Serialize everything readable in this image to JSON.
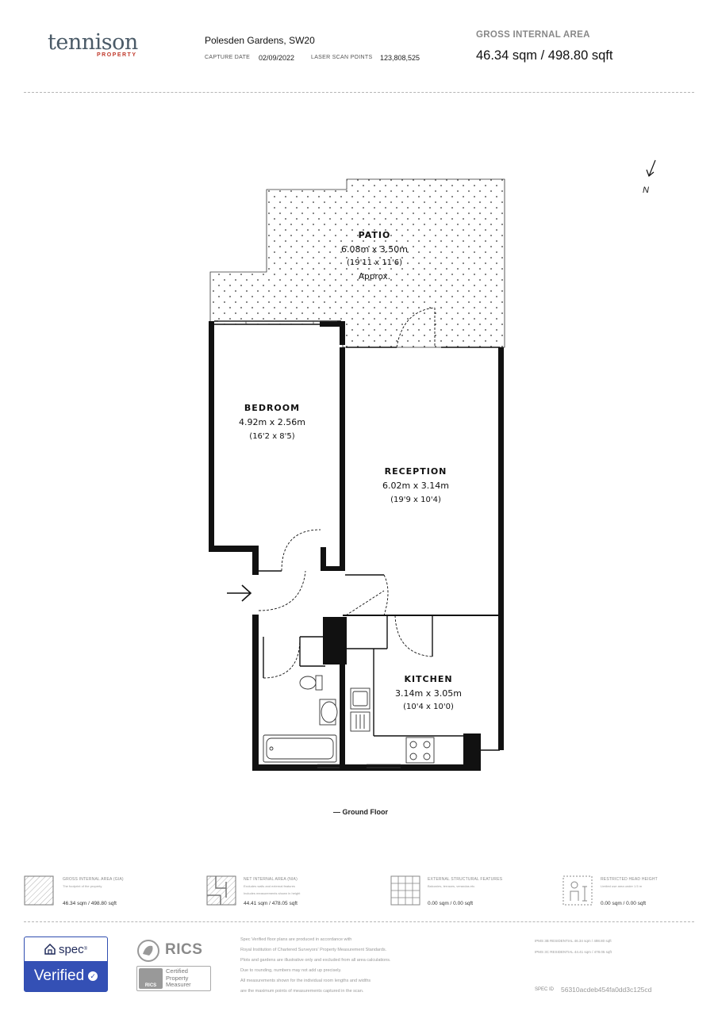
{
  "header": {
    "logo_name": "tennison",
    "logo_sub": "PROPERTY",
    "address": "Polesden Gardens, SW20",
    "capture_date_label": "CAPTURE DATE",
    "capture_date": "02/09/2022",
    "scan_points_label": "LASER SCAN POINTS",
    "scan_points": "123,808,525",
    "gia_label": "GROSS INTERNAL AREA",
    "gia_value": "46.34 sqm / 498.80 sqft"
  },
  "plan": {
    "compass": "N",
    "floor_label": "— Ground Floor",
    "rooms": [
      {
        "name": "PATIO",
        "size": "6.08m x 3.50m",
        "imperial": "(19'11 x 11'6)",
        "note": "Approx."
      },
      {
        "name": "BEDROOM",
        "size": "4.92m x 2.56m",
        "imperial": "(16'2 x 8'5)"
      },
      {
        "name": "RECEPTION",
        "size": "6.02m x 3.14m",
        "imperial": "(19'9 x 10'4)"
      },
      {
        "name": "KITCHEN",
        "size": "3.14m x 3.05m",
        "imperial": "(10'4 x 10'0)"
      }
    ]
  },
  "legend": [
    {
      "title": "GROSS INTERNAL AREA (GIA)",
      "desc": "The footprint of the property",
      "value": "46.34 sqm / 498.80 sqft",
      "icon": "hatched-square-icon"
    },
    {
      "title": "NET INTERNAL AREA (NIA)",
      "desc": "Excludes walls and external features",
      "desc2": "Includes measurements shown in height",
      "value": "44.41 sqm / 478.05 sqft",
      "icon": "hatched-plan-icon"
    },
    {
      "title": "EXTERNAL STRUCTURAL FEATURES",
      "desc": "Balconies, terraces, verandas etc.",
      "value": "0.00 sqm / 0.00 sqft",
      "icon": "grid-icon"
    },
    {
      "title": "RESTRICTED HEAD HEIGHT",
      "desc": "Limited use area under 1.5 m",
      "value": "0.00 sqm / 0.00 sqft",
      "icon": "person-icon"
    }
  ],
  "footer": {
    "spec_brand": "spec",
    "spec_verified": "Verified",
    "rics": "RICS",
    "rics_cert_1": "Certified",
    "rics_cert_2": "Property",
    "rics_cert_3": "Measurer",
    "rics_small": "RICS",
    "disclaimer": [
      "Spec Verified floor plans are produced in accordance with",
      "Royal Institution of Chartered Surveyors' Property Measurement Standards.",
      "Plots and gardens are illustrative only and excluded from all area calculations.",
      "Due to rounding, numbers may not add up precisely.",
      "All measurements shown for the individual room lengths and widths",
      "are the maximum points of measurements captured in the scan."
    ],
    "ipms_residential": "IPMS 3B RESIDENTIAL    46.34 sqm / 498.80 sqft",
    "ipms_3c": "IPMS 3C RESIDENTIAL    44.41 sqm / 478.05 sqft",
    "spec_id_label": "SPEC ID",
    "spec_id": "56310acdeb454fa0dd3c125cd"
  }
}
